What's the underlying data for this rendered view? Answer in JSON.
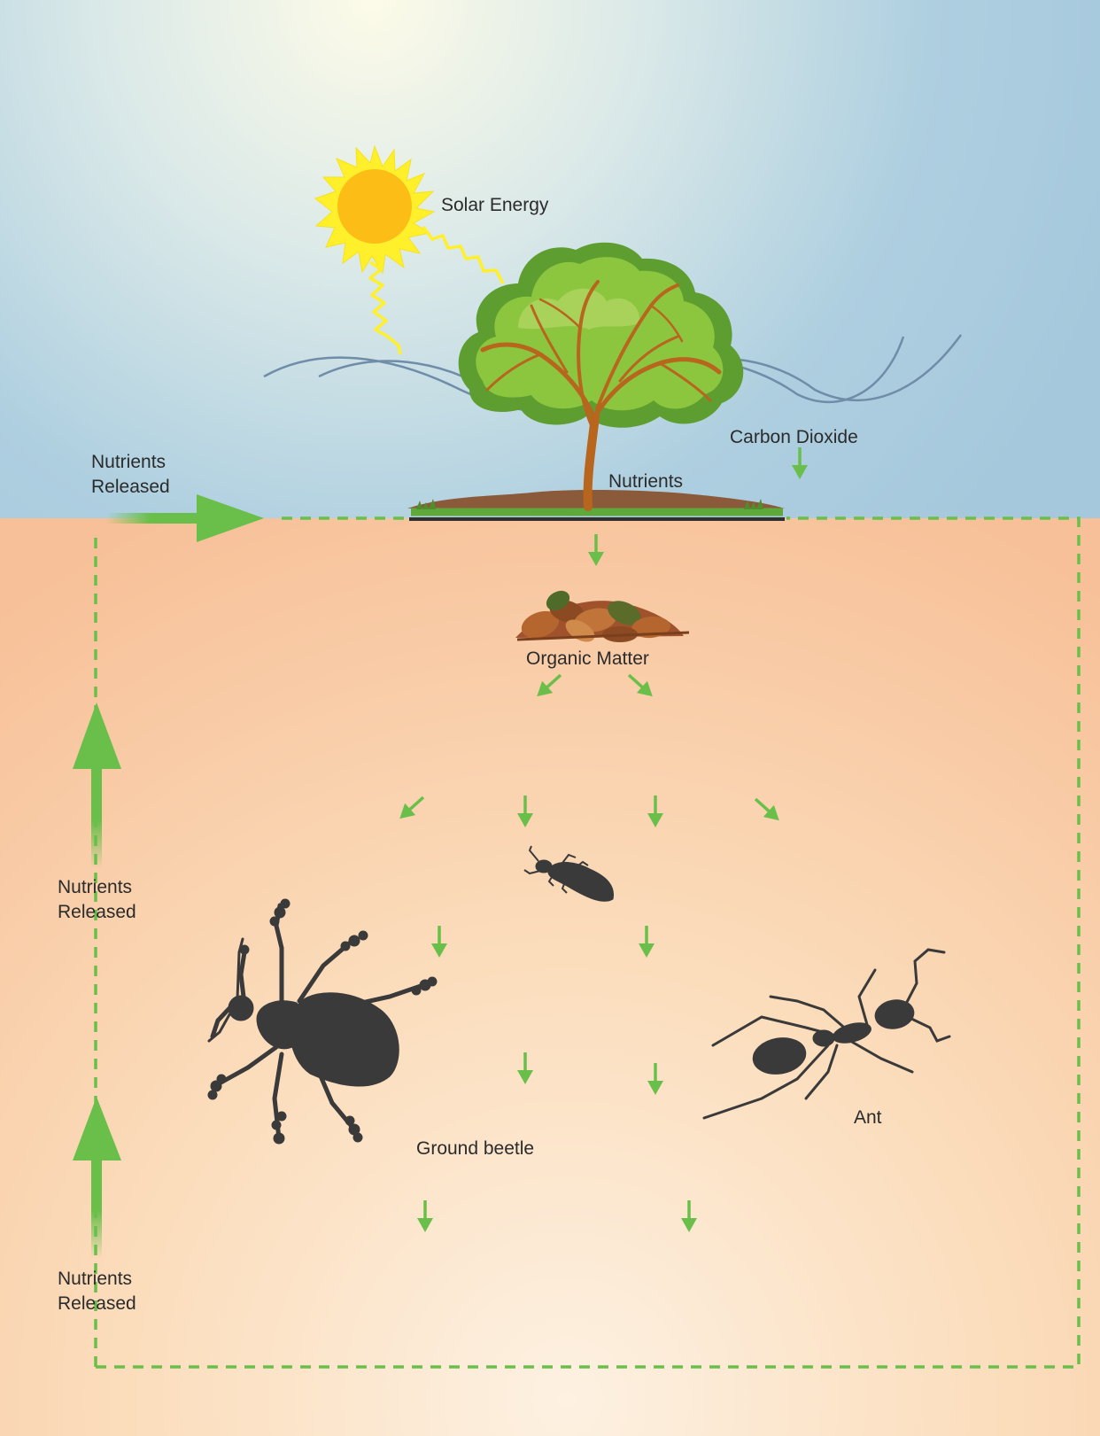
{
  "labels": {
    "solar_energy": "Solar Energy",
    "carbon_dioxide": "Carbon Dioxide",
    "nutrients": "Nutrients",
    "organic_matter": "Organic Matter",
    "ground_beetle": "Ground beetle",
    "ant": "Ant",
    "released_top": [
      "Nutrients",
      "Released"
    ],
    "released_mid": [
      "Nutrients",
      "Released"
    ],
    "released_bottom": [
      "Nutrients",
      "Released"
    ]
  },
  "colors": {
    "sky": "#a9cbdd",
    "soil": "#f7c199",
    "arrow": "#6abf4b",
    "sun": "#fbbd16",
    "sun_rays": "#fff02b",
    "canopy": "#8cc63f",
    "trunk": "#b8651e",
    "insect": "#3a3a3a",
    "wind": "#6f8ca8"
  },
  "icons": [
    "sun-icon",
    "tree-icon",
    "leaf-litter-icon",
    "ground-beetle-icon",
    "springtail-icon",
    "ant-icon"
  ]
}
